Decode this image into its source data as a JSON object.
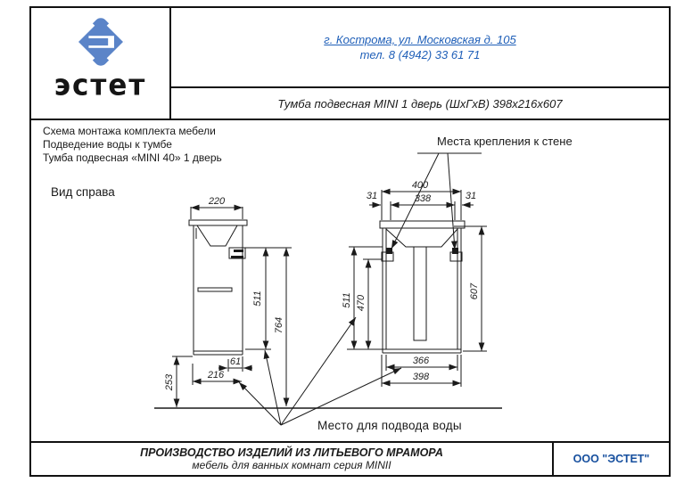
{
  "header": {
    "logo_text": "эстет",
    "address_line1": "г. Кострома, ул. Московская д. 105",
    "address_line2": "тел. 8 (4942) 33 61 71",
    "product_title": "Тумба  подвесная MINI 1 дверь (ШхГхВ) 398х216х607"
  },
  "notes": {
    "line1": "Схема монтажа комплекта мебели",
    "line2": "Подведение воды к тумбе",
    "line3": "Тумба подвесная «MINI 40» 1 дверь"
  },
  "labels": {
    "view_label": "Вид справа",
    "wall_mount_label": "Места крепления к стене",
    "water_supply_label": "Место  для подвода воды"
  },
  "dimensions": {
    "side_view": {
      "top_depth": "220",
      "height_511": "511",
      "height_764": "764",
      "back_offset_61": "61",
      "depth_216": "216",
      "floor_gap_253": "253"
    },
    "front_view": {
      "width_400": "400",
      "width_338": "338",
      "offset_left_31": "31",
      "offset_right_31": "31",
      "height_607": "607",
      "height_511": "511",
      "height_470": "470",
      "width_366": "366",
      "width_398": "398"
    }
  },
  "footer": {
    "line1": "ПРОИЗВОДСТВО ИЗДЕЛИЙ ИЗ ЛИТЬЕВОГО МРАМОРА",
    "line2": "мебель для ванных комнат серия MINII",
    "company": "ООО \"ЭСТЕТ\""
  },
  "colors": {
    "accent_blue": "#1f5fb8",
    "company_blue": "#164f9e",
    "logo_blue": "#5b84c8",
    "line_color": "#1a1a1a"
  }
}
